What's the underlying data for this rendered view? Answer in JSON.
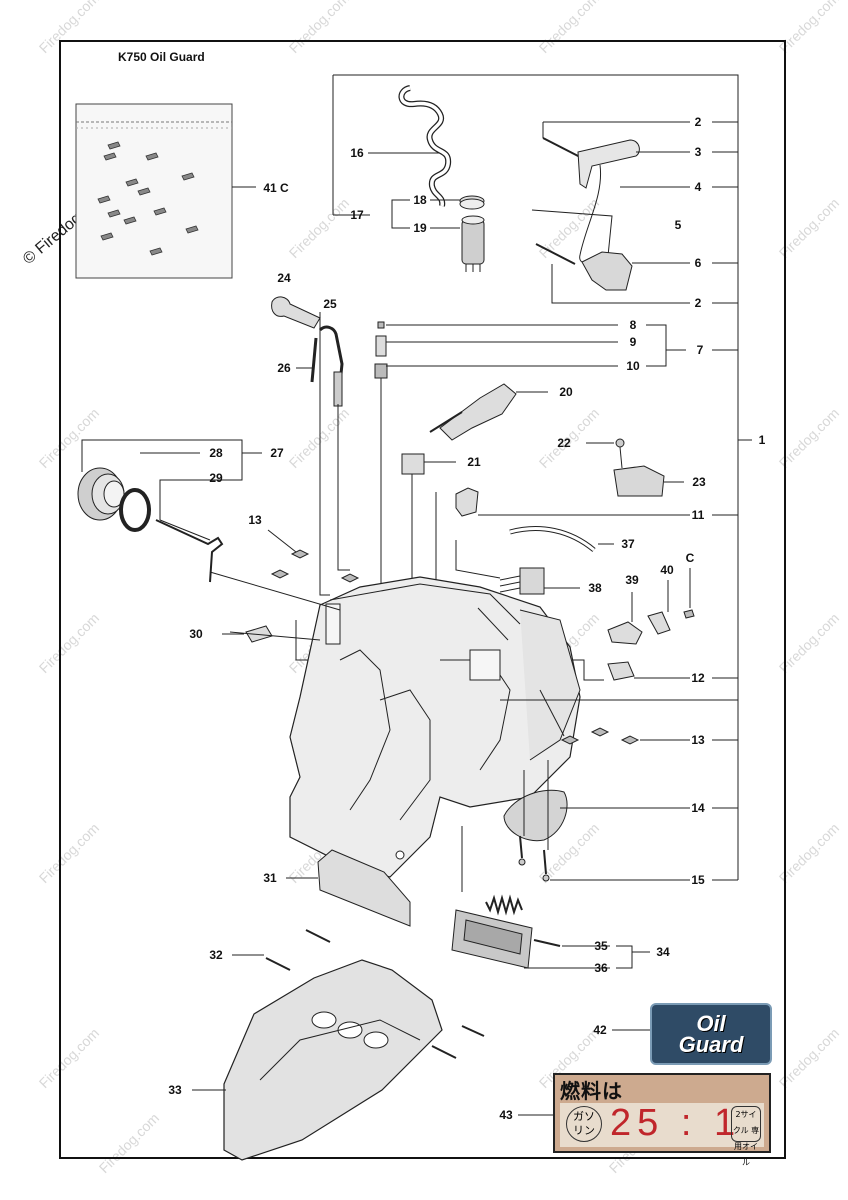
{
  "title": "K750 Oil Guard",
  "watermark": "Firedog.com",
  "watermark_left": "© Firedog.com",
  "decal_oil": {
    "line1": "Oil",
    "line2": "Guard"
  },
  "decal_fuel": {
    "title": "燃料は",
    "gas_label": "ガソ リン",
    "ratio": "25 : 1",
    "oil_label": "2サイクル 専用オイル"
  },
  "labels": [
    {
      "id": "l41",
      "text": "41 C"
    },
    {
      "id": "l2a",
      "text": "2"
    },
    {
      "id": "l3",
      "text": "3"
    },
    {
      "id": "l4",
      "text": "4"
    },
    {
      "id": "l5",
      "text": "5"
    },
    {
      "id": "l6",
      "text": "6"
    },
    {
      "id": "l2b",
      "text": "2"
    },
    {
      "id": "l16",
      "text": "16"
    },
    {
      "id": "l17",
      "text": "17"
    },
    {
      "id": "l18",
      "text": "18"
    },
    {
      "id": "l19",
      "text": "19"
    },
    {
      "id": "l24",
      "text": "24"
    },
    {
      "id": "l25",
      "text": "25"
    },
    {
      "id": "l26",
      "text": "26"
    },
    {
      "id": "l8",
      "text": "8"
    },
    {
      "id": "l9",
      "text": "9"
    },
    {
      "id": "l10",
      "text": "10"
    },
    {
      "id": "l7",
      "text": "7"
    },
    {
      "id": "l20",
      "text": "20"
    },
    {
      "id": "l1",
      "text": "1"
    },
    {
      "id": "l22",
      "text": "22"
    },
    {
      "id": "l23",
      "text": "23"
    },
    {
      "id": "l28",
      "text": "28"
    },
    {
      "id": "l27",
      "text": "27"
    },
    {
      "id": "l29",
      "text": "29"
    },
    {
      "id": "l21",
      "text": "21"
    },
    {
      "id": "l11",
      "text": "11"
    },
    {
      "id": "l13a",
      "text": "13"
    },
    {
      "id": "l37",
      "text": "37"
    },
    {
      "id": "lCb",
      "text": "C"
    },
    {
      "id": "l39",
      "text": "39"
    },
    {
      "id": "l40",
      "text": "40"
    },
    {
      "id": "l38",
      "text": "38"
    },
    {
      "id": "l30",
      "text": "30"
    },
    {
      "id": "l12",
      "text": "12"
    },
    {
      "id": "l13b",
      "text": "13"
    },
    {
      "id": "l14",
      "text": "14"
    },
    {
      "id": "l15",
      "text": "15"
    },
    {
      "id": "l31",
      "text": "31"
    },
    {
      "id": "l35",
      "text": "35"
    },
    {
      "id": "l34",
      "text": "34"
    },
    {
      "id": "l36",
      "text": "36"
    },
    {
      "id": "l32",
      "text": "32"
    },
    {
      "id": "l42",
      "text": "42"
    },
    {
      "id": "l33",
      "text": "33"
    },
    {
      "id": "l43",
      "text": "43"
    }
  ]
}
